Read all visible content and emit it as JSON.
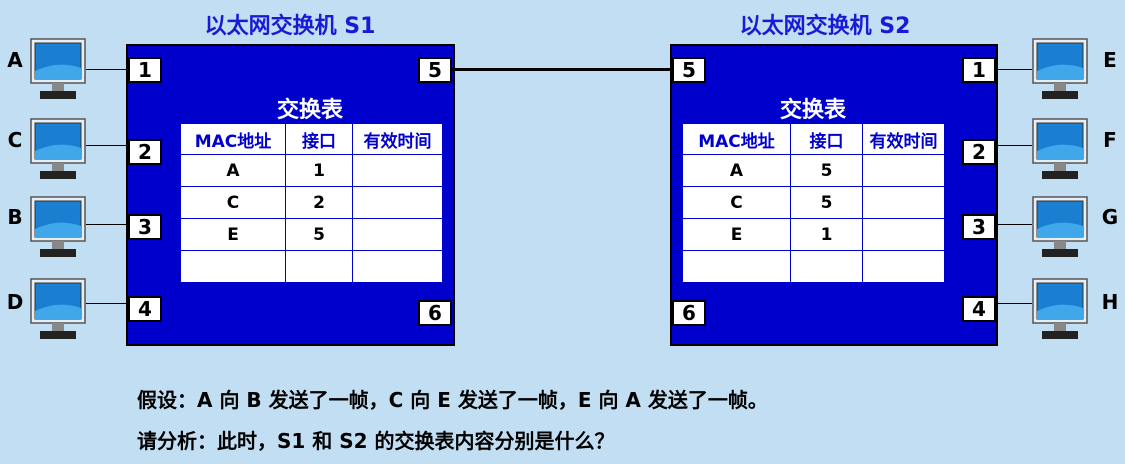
{
  "switches": [
    {
      "title": "以太网交换机 S1",
      "table_title": "交换表",
      "headers": [
        "MAC地址",
        "接口",
        "有效时间"
      ],
      "rows": [
        [
          "A",
          "1",
          ""
        ],
        [
          "C",
          "2",
          ""
        ],
        [
          "E",
          "5",
          ""
        ],
        [
          "",
          "",
          ""
        ]
      ],
      "ports": [
        "1",
        "2",
        "3",
        "4",
        "5",
        "6"
      ]
    },
    {
      "title": "以太网交换机 S2",
      "table_title": "交换表",
      "headers": [
        "MAC地址",
        "接口",
        "有效时间"
      ],
      "rows": [
        [
          "A",
          "5",
          ""
        ],
        [
          "C",
          "5",
          ""
        ],
        [
          "E",
          "1",
          ""
        ],
        [
          "",
          "",
          ""
        ]
      ],
      "ports": [
        "1",
        "2",
        "3",
        "4",
        "5",
        "6"
      ]
    }
  ],
  "hosts_left": [
    "A",
    "C",
    "B",
    "D"
  ],
  "hosts_right": [
    "E",
    "F",
    "G",
    "H"
  ],
  "question": {
    "line1": "假设：A 向 B 发送了一帧，C 向 E 发送了一帧，E 向 A 发送了一帧。",
    "line2": "请分析：此时，S1 和 S2 的交换表内容分别是什么？"
  },
  "colors": {
    "background": "#c2def2",
    "switch": "#0000cc",
    "title": "#1a1ad6"
  }
}
